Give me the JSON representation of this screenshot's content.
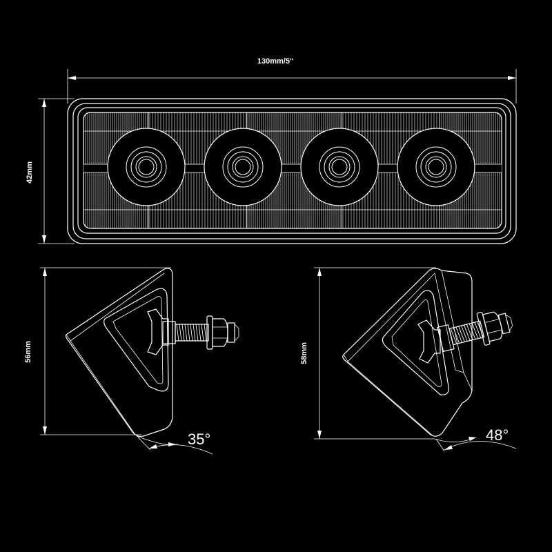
{
  "front_view": {
    "width_label": "130mm/5\"",
    "height_label": "42mm",
    "led_count": 4
  },
  "side_view_left": {
    "height_label": "56mm",
    "angle_label": "35°"
  },
  "side_view_right": {
    "height_label": "58mm",
    "angle_label": "48°"
  },
  "colors": {
    "background": "#000000",
    "line": "#ffffff"
  }
}
